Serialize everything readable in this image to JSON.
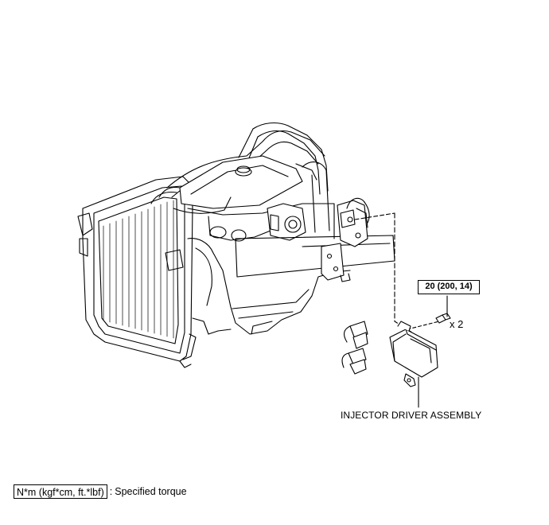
{
  "torque": {
    "value": "20 (200, 14)"
  },
  "bolt": {
    "quantity": "x 2"
  },
  "part": {
    "label": "INJECTOR DRIVER ASSEMBLY"
  },
  "legend": {
    "key": "N*m (kgf*cm, ft.*lbf)",
    "separator": ":",
    "description": "Specified torque"
  }
}
